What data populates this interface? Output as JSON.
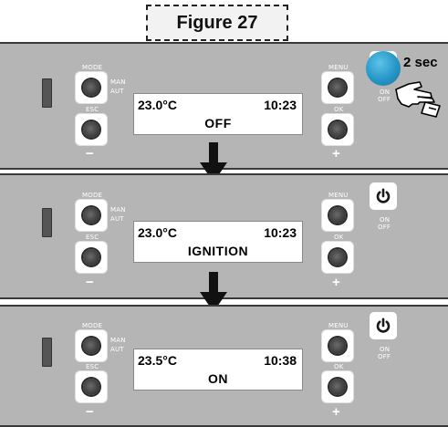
{
  "figure_label": "Figure 27",
  "press_hint": "2 sec",
  "buttons": {
    "mode": "MODE",
    "man": "MAN",
    "aut": "AUT",
    "esc": "ESC",
    "minus": "−",
    "menu": "MENU",
    "ok": "OK",
    "plus": "+",
    "on": "ON",
    "off": "OFF"
  },
  "steps": [
    {
      "temperature": "23.0°C",
      "time": "10:23",
      "status": "OFF"
    },
    {
      "temperature": "23.0°C",
      "time": "10:23",
      "status": "IGNITION"
    },
    {
      "temperature": "23.5°C",
      "time": "10:38",
      "status": "ON"
    }
  ],
  "colors": {
    "panel": "#b5b5b5",
    "press_dot": "#2596c6",
    "display": "#ffffff"
  },
  "icons": {
    "power": "power-icon",
    "hand": "pointing-hand-icon",
    "arrow": "arrow-down-icon",
    "knob": "knob-icon"
  }
}
